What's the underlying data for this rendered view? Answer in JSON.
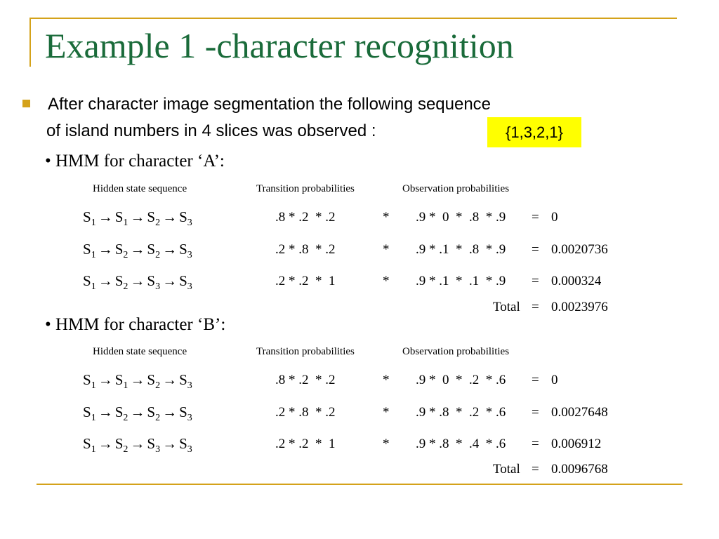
{
  "slide": {
    "title": "Example 1 -character recognition",
    "intro_line1": "After character image segmentation the following sequence",
    "intro_line2": "of island numbers in 4 slices was observed :",
    "sequence": "{1,3,2,1}"
  },
  "columns": {
    "hidden": "Hidden state sequence",
    "transition": "Transition probabilities",
    "observation": "Observation probabilities"
  },
  "operators": {
    "multiply": "*",
    "equals": "=",
    "total": "Total"
  },
  "states": {
    "s": "S",
    "arrow": "→"
  },
  "hmm_a": {
    "heading": "• HMM for character ‘A’:",
    "rows": [
      {
        "seq": [
          "1",
          "1",
          "2",
          "3"
        ],
        "transition": ".8 * .2  * .2",
        "observation": ".9 *  0  *  .8  * .9",
        "result": "0"
      },
      {
        "seq": [
          "1",
          "2",
          "2",
          "3"
        ],
        "transition": ".2 * .8  * .2",
        "observation": ".9 * .1  *  .8  * .9",
        "result": "0.0020736"
      },
      {
        "seq": [
          "1",
          "2",
          "3",
          "3"
        ],
        "transition": ".2 * .2  *  1",
        "observation": ".9 * .1  *  .1  * .9",
        "result": "0.000324"
      }
    ],
    "total": "0.0023976"
  },
  "hmm_b": {
    "heading": "• HMM for character ‘B’:",
    "rows": [
      {
        "seq": [
          "1",
          "1",
          "2",
          "3"
        ],
        "transition": ".8 * .2  * .2",
        "observation": ".9 *  0  *  .2  * .6",
        "result": "0"
      },
      {
        "seq": [
          "1",
          "2",
          "2",
          "3"
        ],
        "transition": ".2 * .8  * .2",
        "observation": ".9 * .8  *  .2  * .6",
        "result": "0.0027648"
      },
      {
        "seq": [
          "1",
          "2",
          "3",
          "3"
        ],
        "transition": ".2 * .2  *  1",
        "observation": ".9 * .8  *  .4  * .6",
        "result": "0.006912"
      }
    ],
    "total": "0.0096768"
  },
  "colors": {
    "title": "#1a6b3a",
    "accent": "#d4a21a",
    "highlight": "#ffff00"
  }
}
